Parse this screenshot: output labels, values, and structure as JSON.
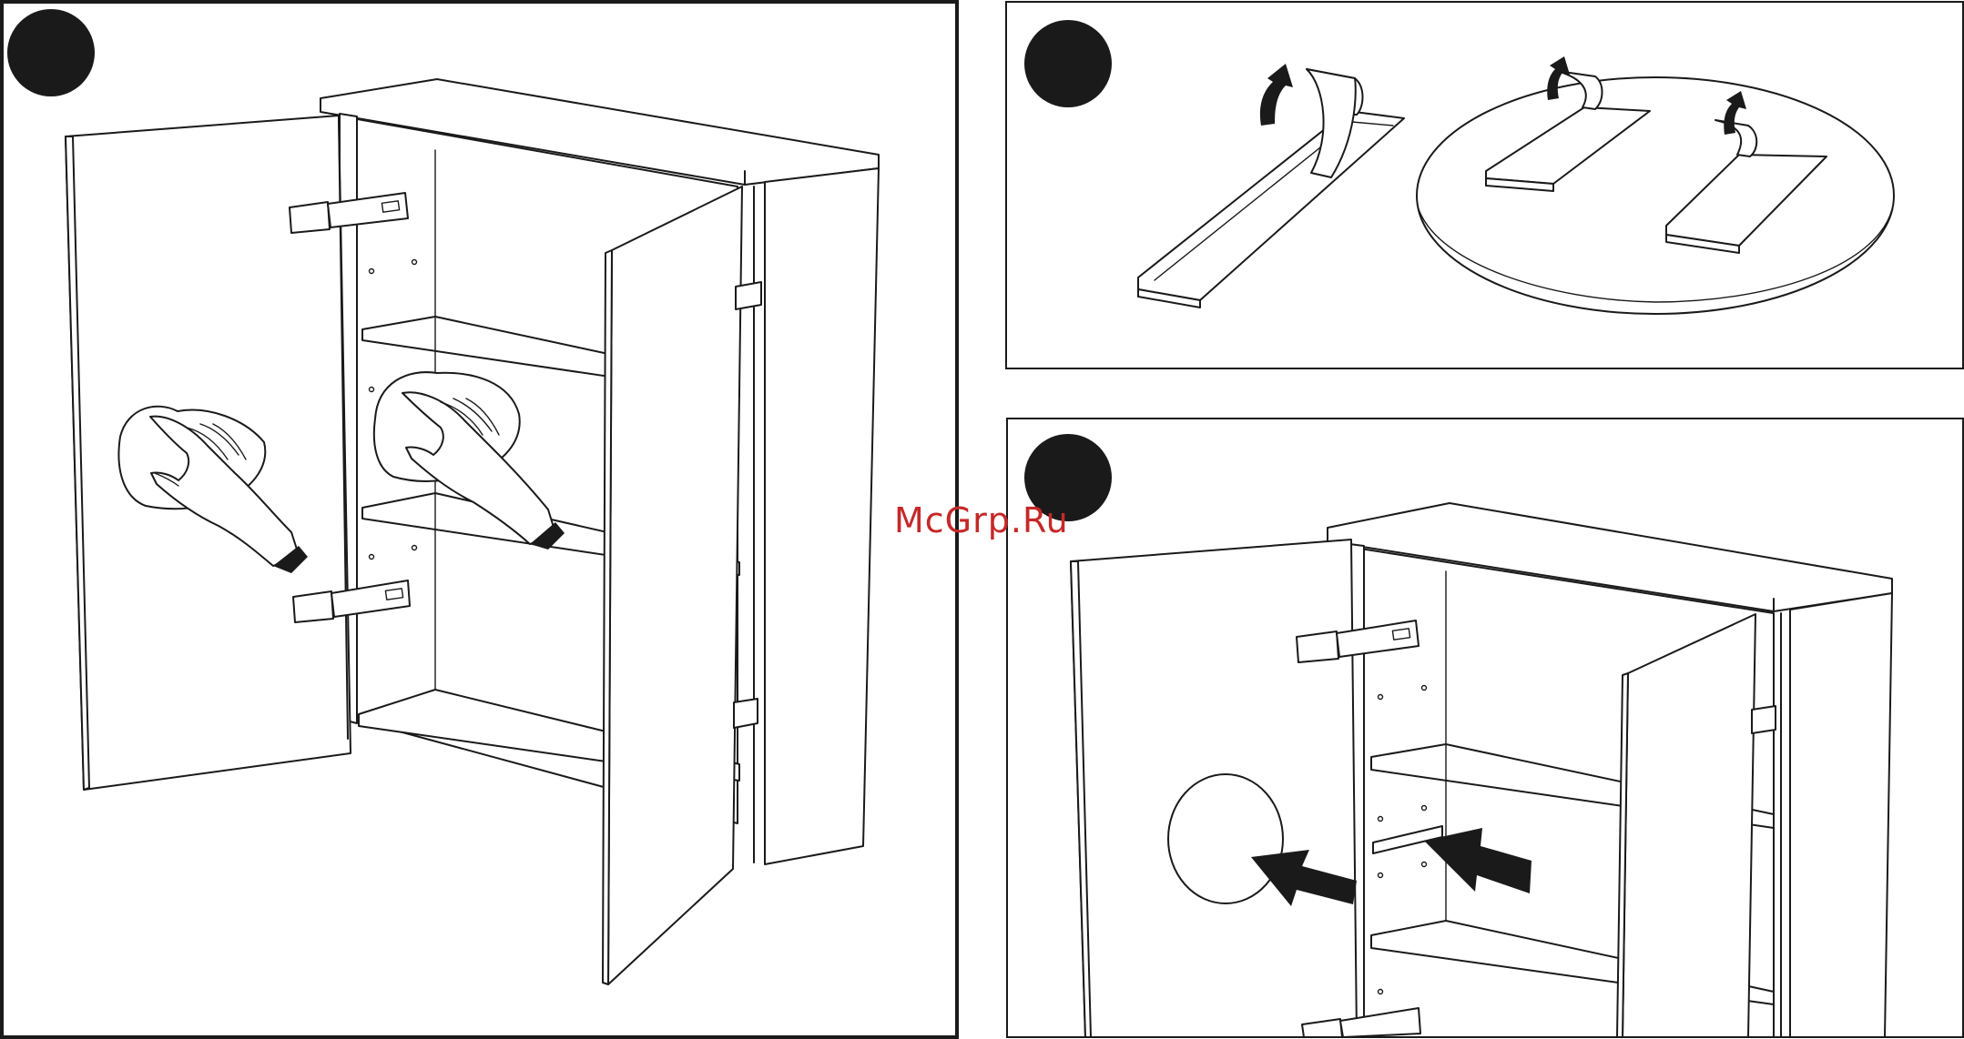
{
  "watermark": {
    "text": "McGrp.Ru",
    "color": "#c62828"
  },
  "colors": {
    "line": "#1a1a1a",
    "background": "#ffffff",
    "step_marker": "#1a1a1a"
  },
  "panels": [
    {
      "id": "step-a",
      "title": "",
      "content": "cleaning-cabinet-surfaces"
    },
    {
      "id": "step-b",
      "title": "",
      "content": "peeling-adhesive-tape"
    },
    {
      "id": "step-c",
      "title": "",
      "content": "attaching-pads-to-cabinet"
    }
  ]
}
